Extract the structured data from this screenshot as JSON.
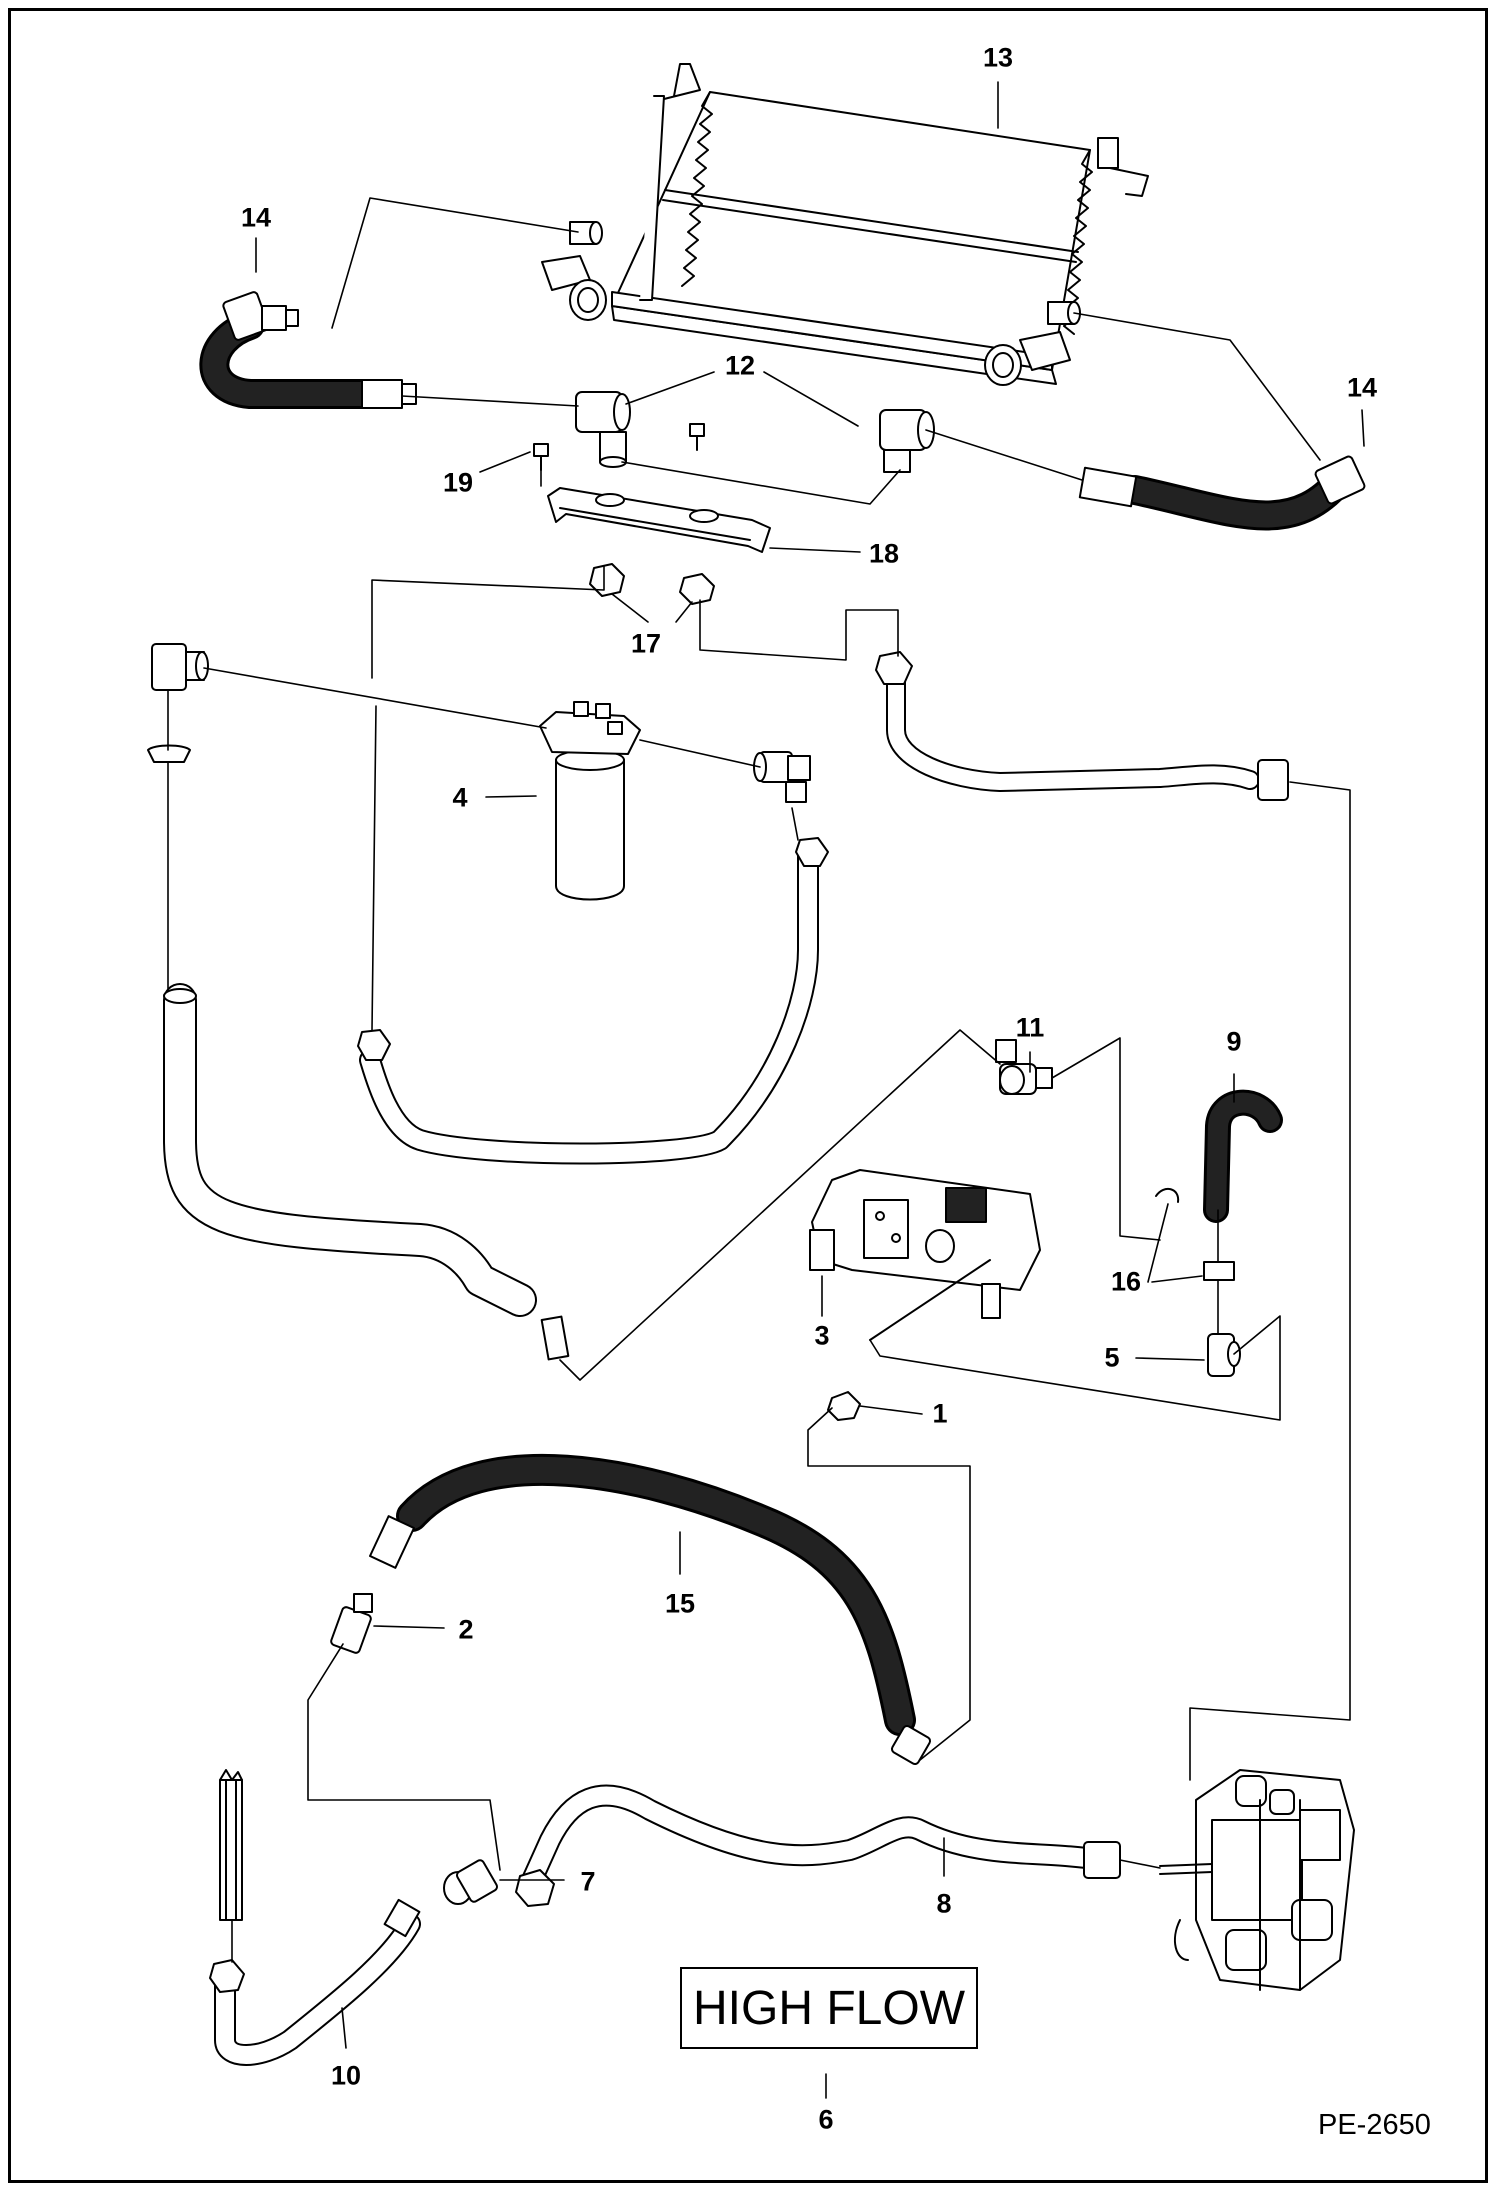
{
  "diagram": {
    "callouts": [
      {
        "id": "c13a",
        "label": "13"
      },
      {
        "id": "c14a",
        "label": "14"
      },
      {
        "id": "c12a",
        "label": "12"
      },
      {
        "id": "c14b",
        "label": "14"
      },
      {
        "id": "c19a",
        "label": "19"
      },
      {
        "id": "c18a",
        "label": "18"
      },
      {
        "id": "c17a",
        "label": "17"
      },
      {
        "id": "c4a",
        "label": "4"
      },
      {
        "id": "c11a",
        "label": "11"
      },
      {
        "id": "c9a",
        "label": "9"
      },
      {
        "id": "c16a",
        "label": "16"
      },
      {
        "id": "c3a",
        "label": "3"
      },
      {
        "id": "c5a",
        "label": "5"
      },
      {
        "id": "c1a",
        "label": "1"
      },
      {
        "id": "c15a",
        "label": "15"
      },
      {
        "id": "c2a",
        "label": "2"
      },
      {
        "id": "c7a",
        "label": "7"
      },
      {
        "id": "c8a",
        "label": "8"
      },
      {
        "id": "c10a",
        "label": "10"
      },
      {
        "id": "c6a",
        "label": "6"
      }
    ],
    "box_label": "HIGH FLOW",
    "drawing_code": "PE-2650"
  },
  "colors": {
    "line": "#000000",
    "hose": "#111111",
    "background": "#ffffff"
  }
}
